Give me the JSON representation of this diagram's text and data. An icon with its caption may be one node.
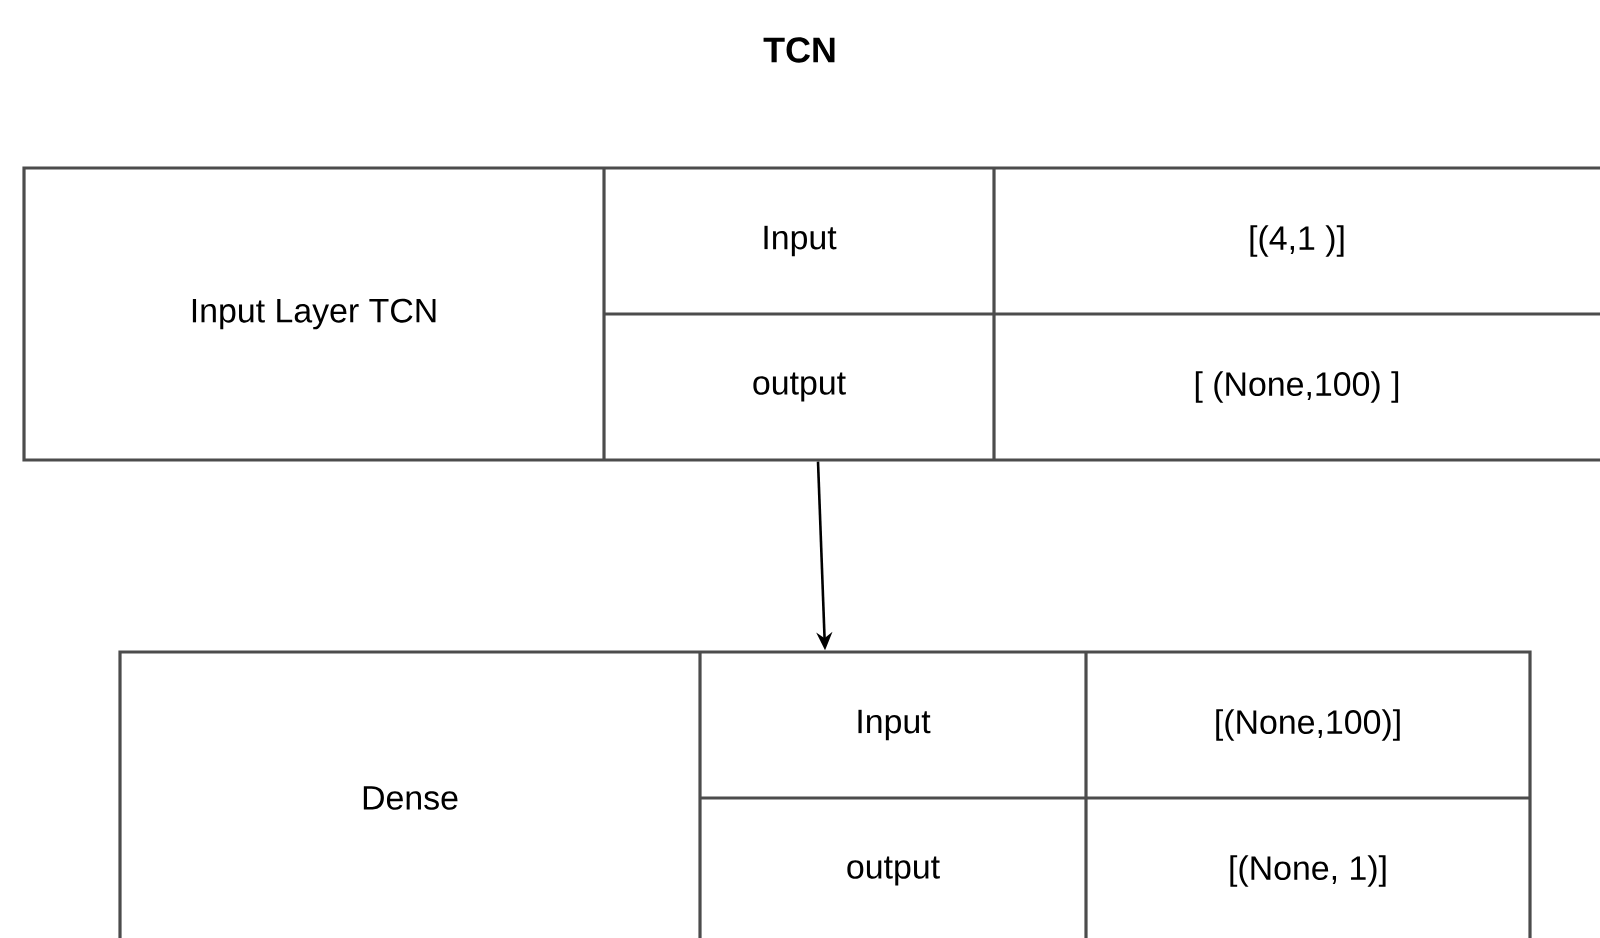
{
  "diagram": {
    "title": "TCN",
    "nodes": [
      {
        "text": [
          "Input Layer TCN",
          "Input",
          "[(4,1 )]",
          "output",
          "[ (None,100) ]"
        ]
      },
      {
        "text": [
          "Dense",
          "Input",
          "[(None,100)]",
          "output",
          "[(None, 1)]"
        ]
      }
    ],
    "edges": [
      {
        "from": 0,
        "to": 1,
        "arrow": "to"
      }
    ]
  }
}
